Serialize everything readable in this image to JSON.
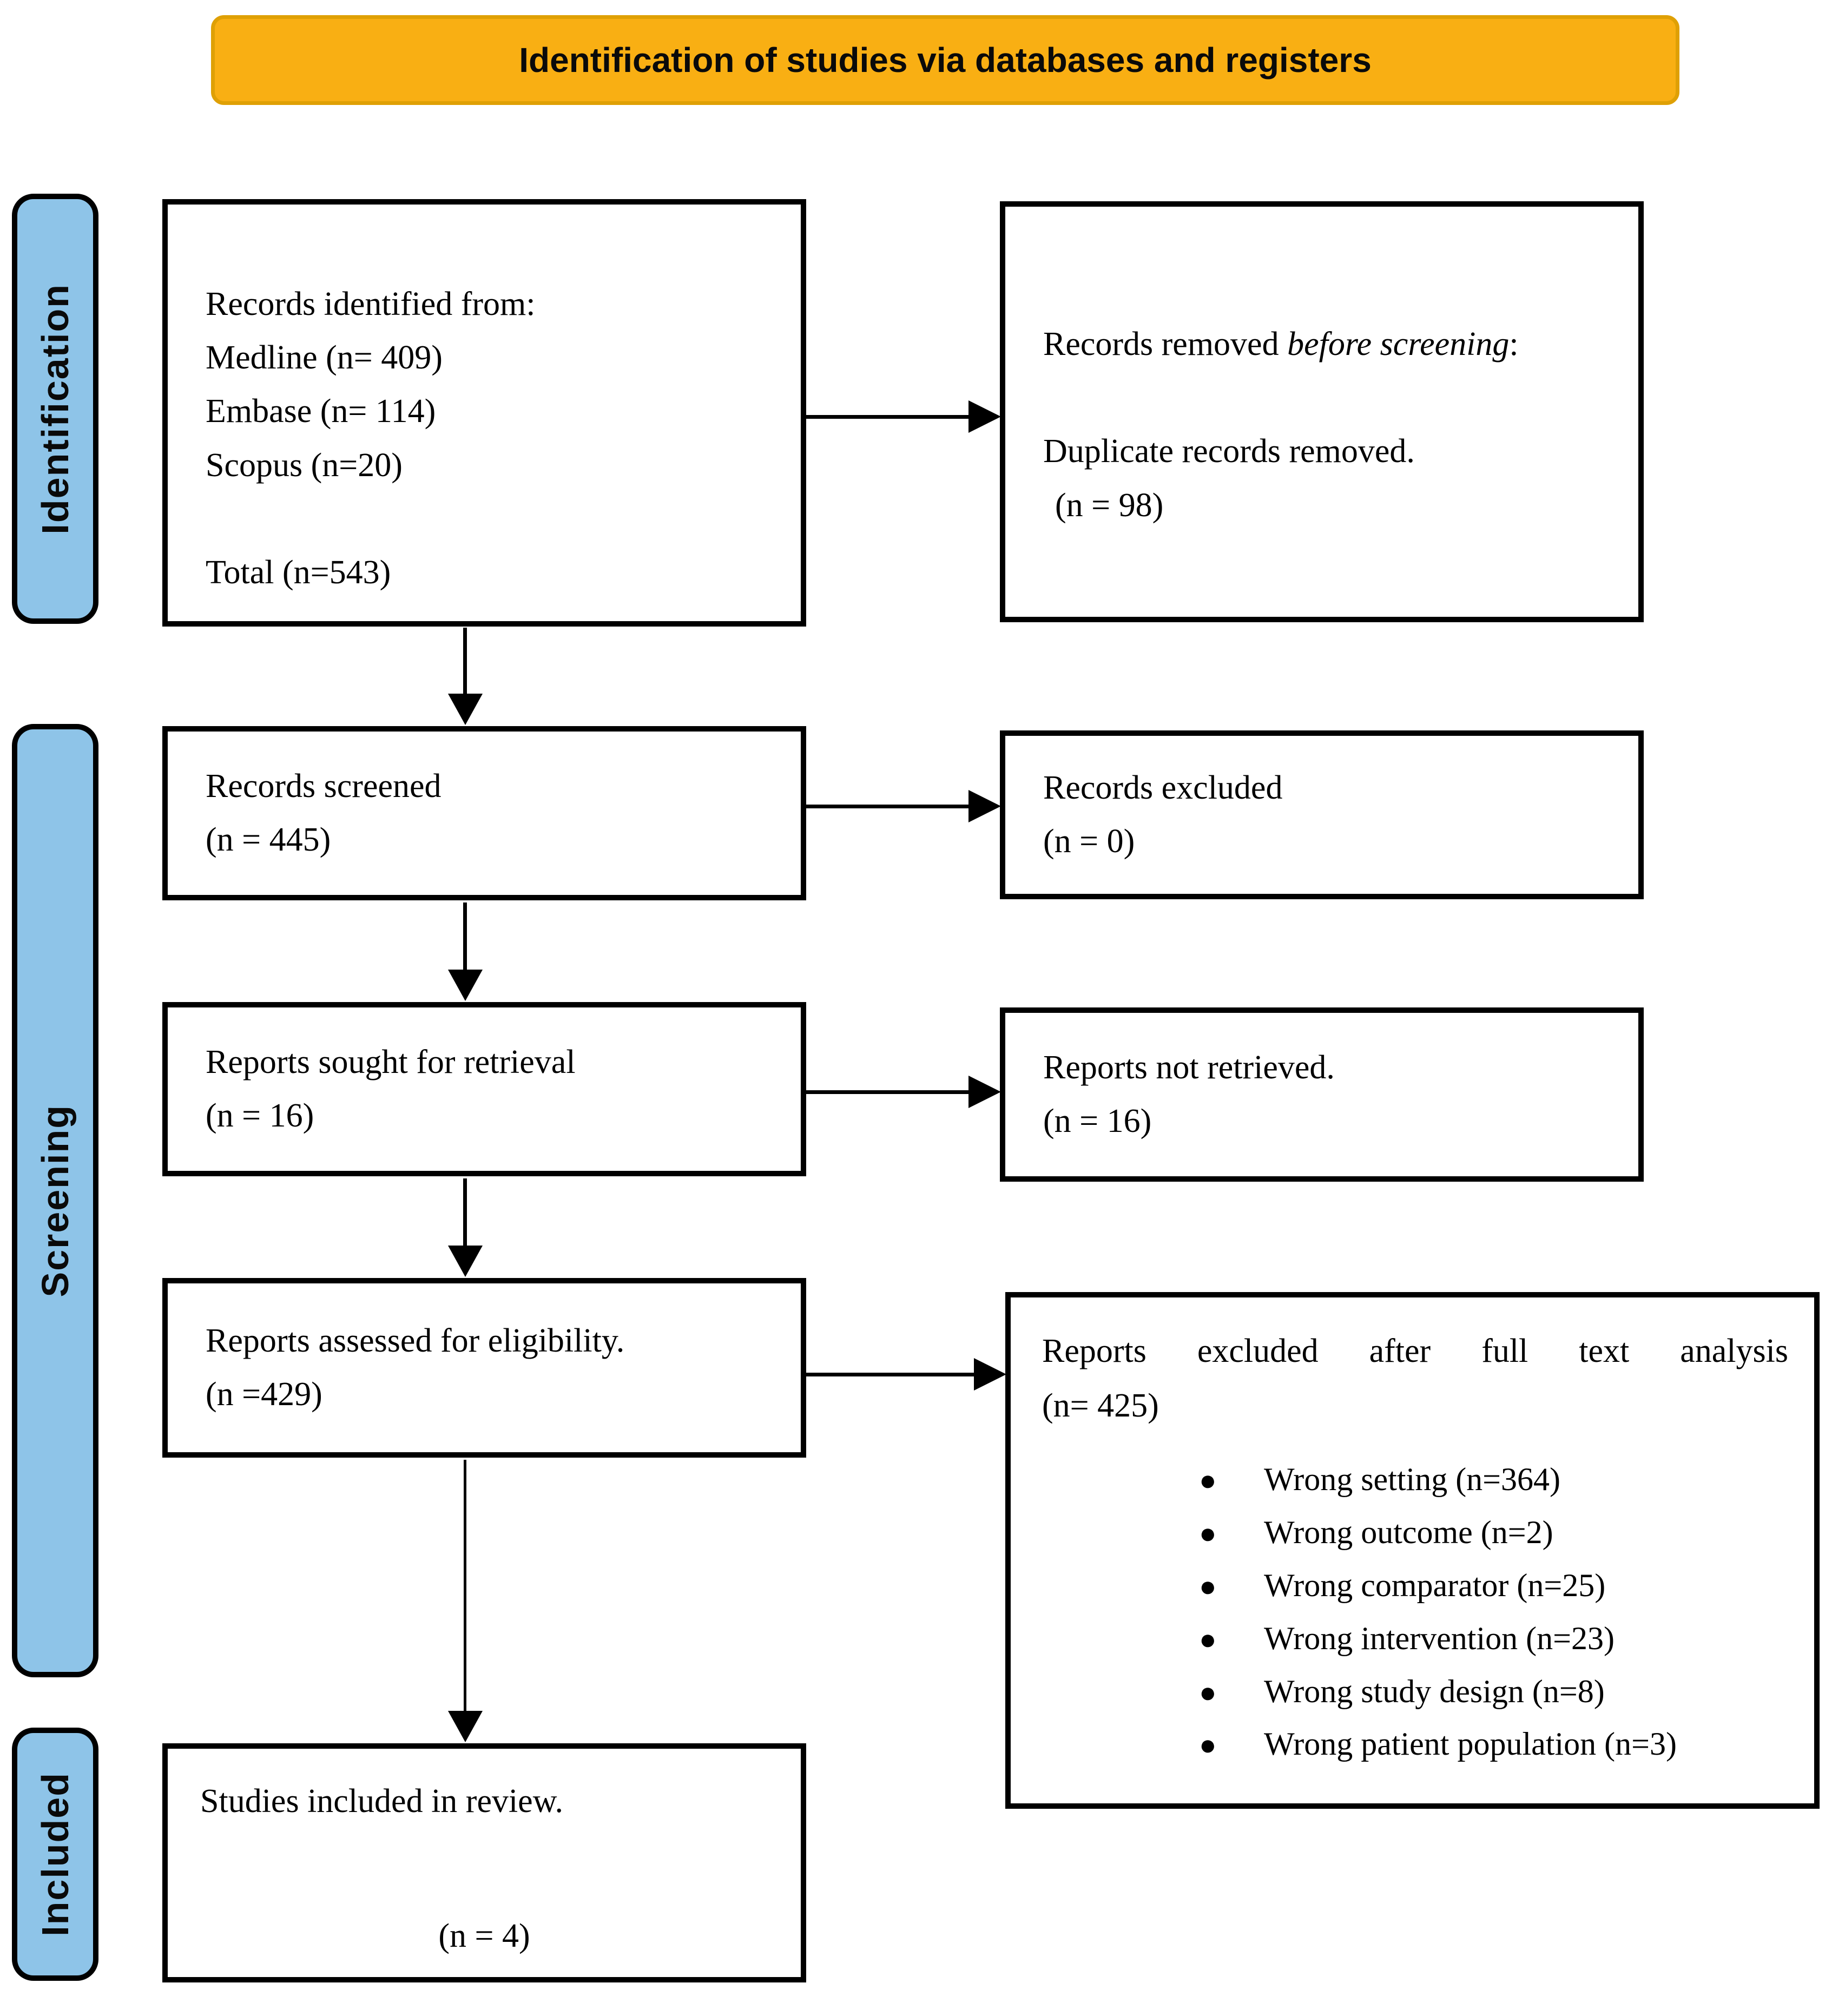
{
  "banner": {
    "title": "Identification of studies via databases and registers"
  },
  "colors": {
    "banner_fill": "#F9AF13",
    "banner_border": "#DFA005",
    "stage_fill": "#8EC4E8",
    "line_color": "#000000"
  },
  "stages": {
    "identification": "Identification",
    "screening": "Screening",
    "included": "Included"
  },
  "boxes": {
    "records_identified": {
      "line1": "Records identified from:",
      "line2": "Medline (n= 409)",
      "line3": "Embase (n= 114)",
      "line4": "Scopus (n=20)",
      "line5": "Total (n=543)"
    },
    "records_removed": {
      "line1_pre": "Records removed ",
      "line1_italic": "before screening",
      "line1_post": ":",
      "line2": "Duplicate records removed.",
      "line3": "(n = 98)"
    },
    "records_screened": {
      "line1": "Records screened",
      "line2": "(n = 445)"
    },
    "records_excluded": {
      "line1": "Records excluded",
      "line2": "(n = 0)"
    },
    "reports_sought": {
      "line1": "Reports sought for retrieval",
      "line2": "(n = 16)"
    },
    "reports_not_retrieved": {
      "line1": "Reports not retrieved.",
      "line2": "(n = 16)"
    },
    "reports_assessed": {
      "line1": "Reports assessed for eligibility.",
      "line2": "(n =429)"
    },
    "reports_excluded_full_text": {
      "title_line1": "Reports excluded after full text analysis",
      "title_line2": "(n= 425)",
      "bullets": [
        "Wrong setting (n=364)",
        "Wrong outcome (n=2)",
        "Wrong comparator (n=25)",
        "Wrong intervention (n=23)",
        "Wrong study design (n=8)",
        "Wrong patient population (n=3)"
      ]
    },
    "studies_included": {
      "line1": "Studies included in review.",
      "line2": "(n = 4)"
    }
  }
}
